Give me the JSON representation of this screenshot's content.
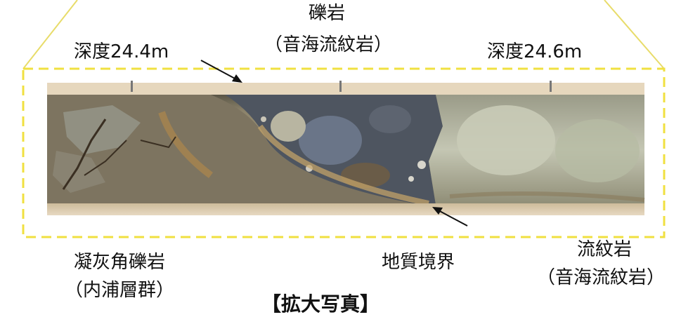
{
  "labels": {
    "depth_left": "深度24.4m",
    "conglomerate_title": "礫岩",
    "conglomerate_sub": "（音海流紋岩）",
    "depth_right": "深度24.6m",
    "tuff_breccia": "凝灰角礫岩",
    "tuff_breccia_sub": "（内浦層群）",
    "boundary": "地質境界",
    "rhyolite": "流紋岩",
    "rhyolite_sub": "（音海流紋岩）",
    "caption": "【拡大写真】"
  },
  "colors": {
    "frame": "#f0e040",
    "leader_line": "#e8dc6a",
    "arrow": "#111111"
  }
}
